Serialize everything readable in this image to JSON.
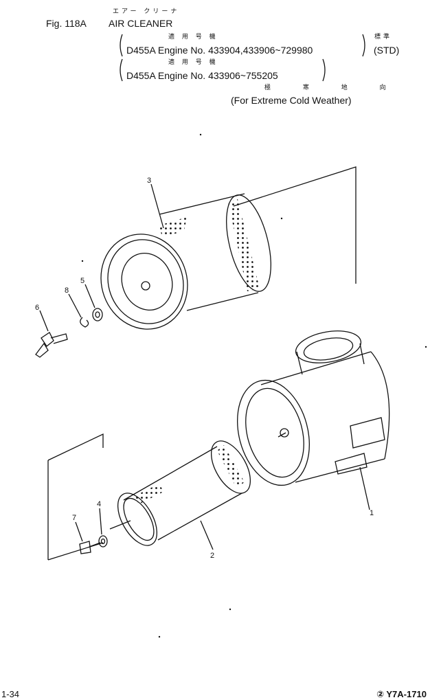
{
  "header": {
    "fig_number": "Fig. 118A",
    "title_jp": "エアー クリーナ",
    "title_en": "AIR CLEANER",
    "applicable_jp_1": "適 用 号 機",
    "line1": "D455A Engine No. 433904,433906~729980",
    "std_jp": "標準",
    "std_en": "(STD)",
    "applicable_jp_2": "適 用 号 機",
    "line2": "D455A Engine No. 433906~755205",
    "cold_jp": "極 寒 地 向",
    "cold_en": "(For Extreme Cold Weather)"
  },
  "callouts": {
    "c1": "1",
    "c2": "2",
    "c3": "3",
    "c4": "4",
    "c5": "5",
    "c6": "6",
    "c7": "7",
    "c8": "8"
  },
  "footer": {
    "page": "1-34",
    "code": "② Y7A-1710"
  }
}
